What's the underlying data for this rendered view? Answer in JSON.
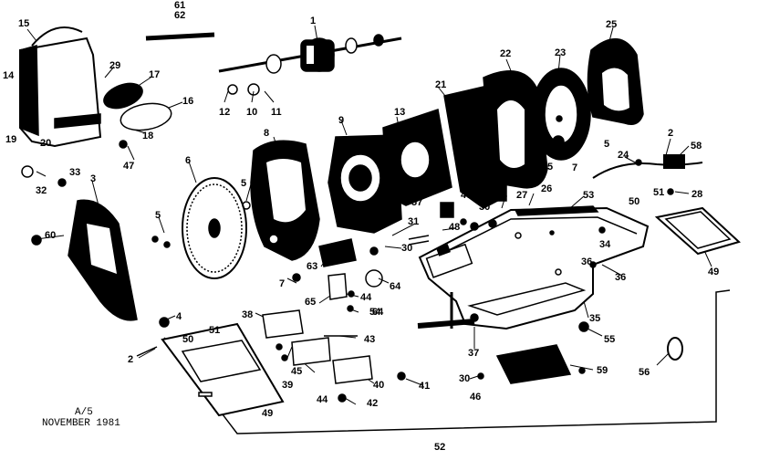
{
  "note": {
    "line1": "A/5",
    "line2": "NOVEMBER 1981"
  },
  "part_numbers": [
    "1",
    "2",
    "2",
    "3",
    "4",
    "5",
    "5",
    "5",
    "5",
    "6",
    "7",
    "7",
    "8",
    "9",
    "10",
    "11",
    "12",
    "13",
    "14",
    "15",
    "16",
    "17",
    "18",
    "19",
    "20",
    "21",
    "22",
    "23",
    "24",
    "25",
    "26",
    "27",
    "28",
    "29",
    "30",
    "30",
    "30",
    "31",
    "32",
    "33",
    "34",
    "35",
    "36",
    "36",
    "37",
    "38",
    "39",
    "40",
    "41",
    "42",
    "43",
    "44",
    "44",
    "45",
    "46",
    "47",
    "47",
    "48",
    "49",
    "49",
    "50",
    "50",
    "51",
    "51",
    "52",
    "53",
    "54",
    "55",
    "56",
    "57",
    "58",
    "59",
    "60",
    "61",
    "62",
    "63",
    "64",
    "64",
    "65"
  ]
}
